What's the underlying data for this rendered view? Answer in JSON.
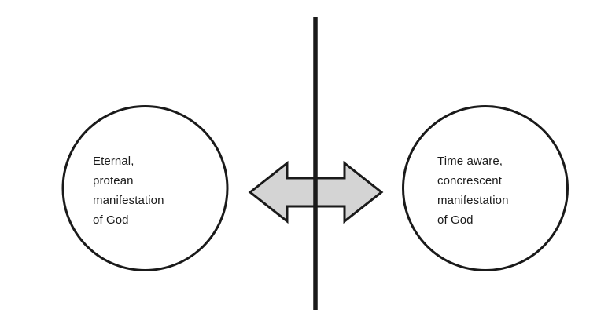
{
  "diagram": {
    "type": "two-node-bidirectional-relationship",
    "background_color": "#ffffff",
    "stroke_color": "#1a1a1a",
    "nodes": [
      {
        "id": "left-circle",
        "shape": "circle",
        "label": "Eternal,\nprotean\nmanifestation\nof God",
        "fill_color": "#ffffff",
        "border_color": "#1a1a1a"
      },
      {
        "id": "right-circle",
        "shape": "circle",
        "label": "Time aware,\nconcrescent\nmanifestation\nof God",
        "fill_color": "#ffffff",
        "border_color": "#1a1a1a"
      }
    ],
    "connector": {
      "id": "bidirectional-arrow",
      "kind": "double-headed-arrow",
      "label": "",
      "fill_color": "#d4d4d4",
      "border_color": "#1a1a1a"
    },
    "divider": {
      "id": "vertical-divider",
      "kind": "vertical-line",
      "label": "",
      "color": "#1a1a1a"
    }
  }
}
